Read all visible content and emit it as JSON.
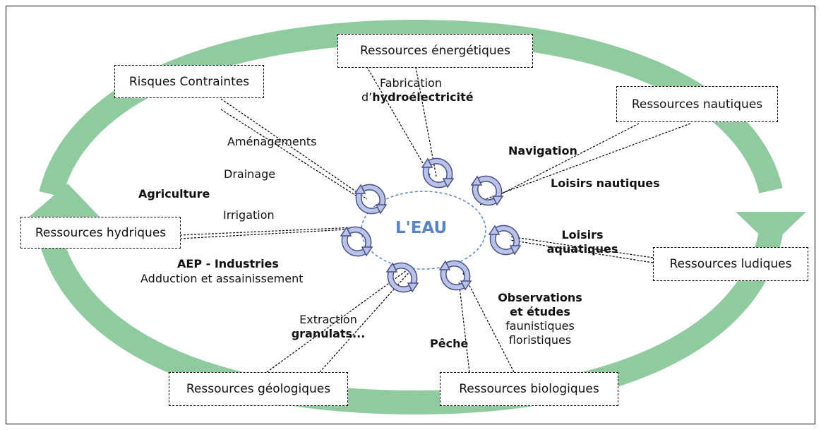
{
  "center": "L'EAU",
  "boxes": {
    "energetiques": "Ressources énergétiques",
    "risques": "Risques Contraintes",
    "nautiques": "Ressources nautiques",
    "hydriques": "Ressources hydriques",
    "ludiques": "Ressources ludiques",
    "geologiques": "Ressources géologiques",
    "biologiques": "Ressources biologiques"
  },
  "labels": {
    "fabrication": "Fabrication",
    "hydro_prefix": "d’",
    "hydro": "hydroélectricité",
    "amenagements": "Aménagements",
    "drainage": "Drainage",
    "agriculture": "Agriculture",
    "irrigation": "Irrigation",
    "aep": "AEP - Industries",
    "adduction": "Adduction et assainissement",
    "navigation": "Navigation",
    "loisirs_nautiques": "Loisirs nautiques",
    "loisirs": "Loisirs",
    "aquatiques": "aquatiques",
    "extraction": "Extraction",
    "granulats": "granulats...",
    "peche": "Pêche",
    "observations": "Observations",
    "etudes": "et études",
    "faunistiques": "faunistiques",
    "floristiques": "floristiques"
  },
  "colors": {
    "cycle_ring": "#8fcb9f",
    "center_text": "#5b84c7",
    "center_ring": "#5b84c7",
    "swirl_fill": "#b9c3e6",
    "swirl_stroke": "#4a4f8a"
  },
  "icons": [
    "cycle-arrow-icon",
    "swirl-arrow-icon"
  ]
}
